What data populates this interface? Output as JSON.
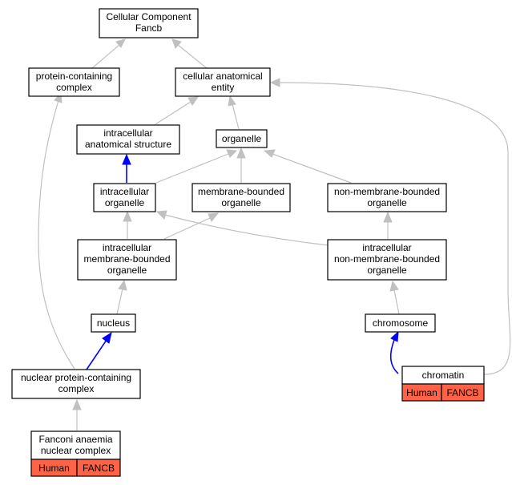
{
  "nodes": {
    "root": {
      "lines": [
        "Cellular Component",
        "Fancb"
      ]
    },
    "pcc": {
      "lines": [
        "protein-containing",
        "complex"
      ]
    },
    "cae": {
      "lines": [
        "cellular anatomical",
        "entity"
      ]
    },
    "ias": {
      "lines": [
        "intracellular",
        "anatomical structure"
      ]
    },
    "organelle": {
      "lines": [
        "organelle"
      ]
    },
    "io": {
      "lines": [
        "intracellular",
        "organelle"
      ]
    },
    "mbo": {
      "lines": [
        "membrane-bounded",
        "organelle"
      ]
    },
    "nmbo": {
      "lines": [
        "non-membrane-bounded",
        "organelle"
      ]
    },
    "imbo": {
      "lines": [
        "intracellular",
        "membrane-bounded",
        "organelle"
      ]
    },
    "inmbo": {
      "lines": [
        "intracellular",
        "non-membrane-bounded",
        "organelle"
      ]
    },
    "nucleus": {
      "lines": [
        "nucleus"
      ]
    },
    "chromosome": {
      "lines": [
        "chromosome"
      ]
    },
    "npcc": {
      "lines": [
        "nuclear protein-containing",
        "complex"
      ]
    },
    "chromatin": {
      "lines": [
        "chromatin"
      ],
      "tags": [
        "Human",
        "FANCB"
      ]
    },
    "fanc": {
      "lines": [
        "Fanconi anaemia",
        "nuclear complex"
      ],
      "tags": [
        "Human",
        "FANCB"
      ]
    }
  },
  "colors": {
    "is_a_edge": "#c0c0c0",
    "part_of_edge": "#0000ff",
    "tag_fill": "#ff6347",
    "node_border": "#000000"
  }
}
